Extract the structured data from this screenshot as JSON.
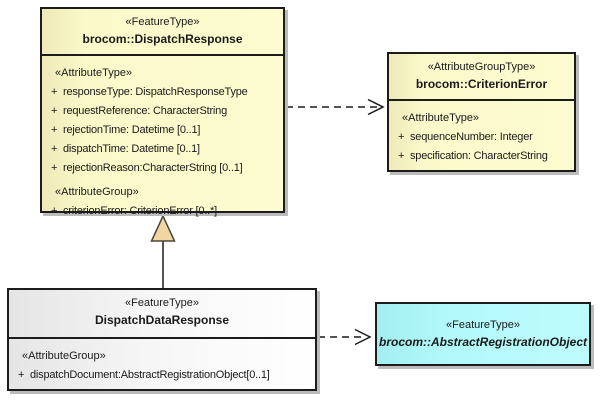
{
  "diagram_type": "uml-class-diagram",
  "colors": {
    "node_yellow": "#fbf9ca",
    "node_gray_white": "#f0f0f0",
    "node_cyan": "#b3f9fa",
    "border": "#1c1c1c",
    "shadow": "#bcbcbc",
    "generalization_triangle_fill": "#f0d6a2",
    "connector_line": "#1c1c1c"
  },
  "nodes": {
    "dispatchResponse": {
      "stereotype": "«FeatureType»",
      "name": "brocom::DispatchResponse",
      "sections": [
        {
          "heading": "«AttributeType»",
          "rows": [
            {
              "vis": "+",
              "text": "responseType: DispatchResponseType"
            },
            {
              "vis": "+",
              "text": "requestReference: CharacterString"
            },
            {
              "vis": "+",
              "text": "rejectionTime: Datetime [0..1]"
            },
            {
              "vis": "+",
              "text": "dispatchTime: Datetime [0..1]"
            },
            {
              "vis": "+",
              "text": "rejectionReason:CharacterString [0..1]"
            }
          ]
        },
        {
          "heading": "«AttributeGroup»",
          "rows": [
            {
              "vis": "+",
              "text": "criterionError: CriterionError [0..*]"
            }
          ]
        }
      ]
    },
    "criterionError": {
      "stereotype": "«AttributeGroupType»",
      "name": "brocom::CriterionError",
      "sections": [
        {
          "heading": "«AttributeType»",
          "rows": [
            {
              "vis": "+",
              "text": "sequenceNumber: Integer"
            },
            {
              "vis": "+",
              "text": "specification: CharacterString"
            }
          ]
        }
      ]
    },
    "dispatchDataResponse": {
      "stereotype": "«FeatureType»",
      "name": "DispatchDataResponse",
      "sections": [
        {
          "heading": "«AttributeGroup»",
          "rows": [
            {
              "vis": "+",
              "text": "dispatchDocument:AbstractRegistrationObject[0..1]"
            }
          ]
        }
      ]
    },
    "abstractRegistrationObject": {
      "stereotype": "«FeatureType»",
      "name": "brocom::AbstractRegistrationObject"
    }
  },
  "connectors": [
    {
      "type": "dependency",
      "from": "brocom::DispatchResponse",
      "to": "brocom::CriterionError",
      "line": "dashed",
      "arrowhead": "open"
    },
    {
      "type": "generalization",
      "from": "DispatchDataResponse",
      "to": "brocom::DispatchResponse",
      "line": "solid",
      "arrowhead": "hollow-triangle"
    },
    {
      "type": "dependency",
      "from": "DispatchDataResponse",
      "to": "brocom::AbstractRegistrationObject",
      "line": "dashed",
      "arrowhead": "open"
    }
  ]
}
